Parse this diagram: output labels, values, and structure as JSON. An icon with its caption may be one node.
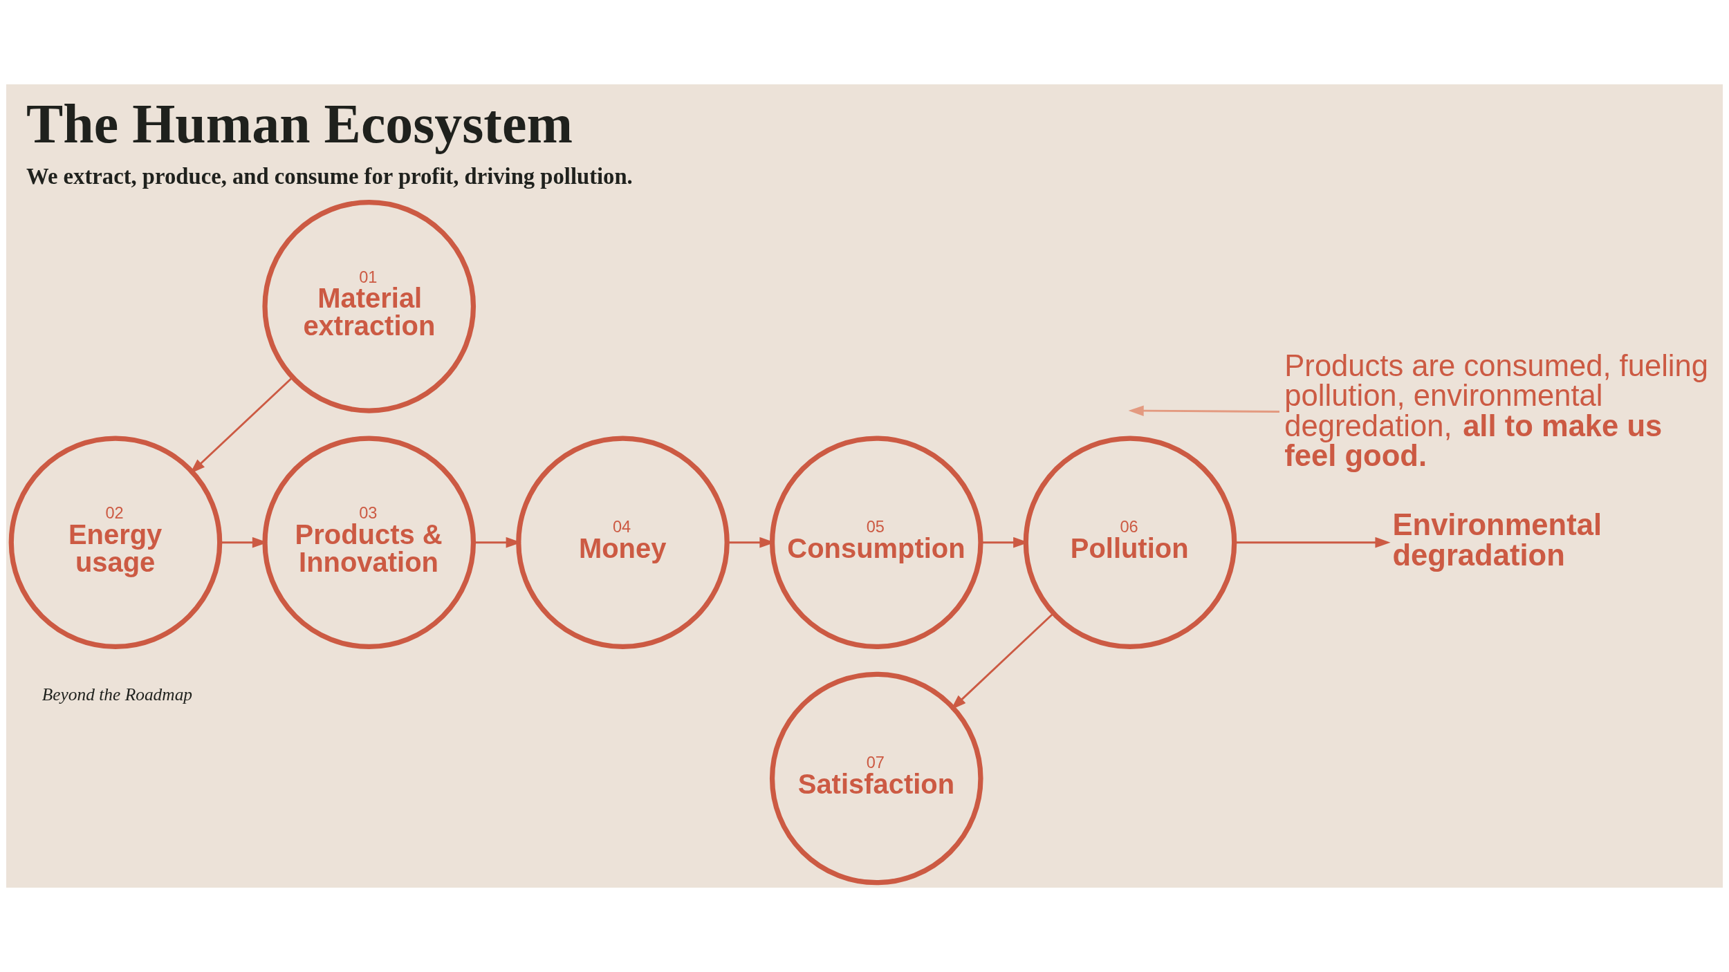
{
  "diagram": {
    "title": "The Human Ecosystem",
    "caption": "We extract, produce, and consume for profit, driving pollution.",
    "nodes": [
      {
        "text": [
          "01",
          "Material extraction"
        ]
      },
      {
        "text": [
          "02",
          "Energy usage"
        ]
      },
      {
        "text": [
          "03",
          "Products & Innovation"
        ]
      },
      {
        "text": [
          "04",
          "Money"
        ]
      },
      {
        "text": [
          "05",
          "Consumption"
        ]
      },
      {
        "text": [
          "06",
          "Pollution"
        ]
      },
      {
        "text": [
          "07",
          "Satisfaction"
        ]
      },
      {
        "text": [
          "Environmental degradation"
        ]
      },
      {
        "text": [
          "Products are consumed, fueling pollution, environmental degredation, **all to make us feel good.**"
        ]
      }
    ],
    "edges": [
      {
        "from": 0,
        "to": 1,
        "arrow": "to"
      },
      {
        "from": 1,
        "to": 2,
        "arrow": "to"
      },
      {
        "from": 2,
        "to": 3,
        "arrow": "to"
      },
      {
        "from": 3,
        "to": 4,
        "arrow": "to"
      },
      {
        "from": 4,
        "to": 5,
        "arrow": "to"
      },
      {
        "from": 5,
        "to": 6,
        "arrow": "to"
      },
      {
        "from": 5,
        "to": 7,
        "arrow": "to"
      },
      {
        "from": 8,
        "to": null,
        "arrow": "to",
        "color": "#e39a80"
      }
    ],
    "labels": [
      "Beyond the Roadmap"
    ]
  }
}
